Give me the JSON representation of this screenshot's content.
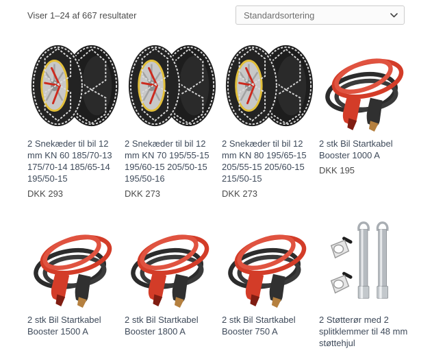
{
  "toolbar": {
    "results_text": "Viser 1–24 af 667 resultater",
    "sort": {
      "selected_option": "Standardsortering"
    }
  },
  "colors": {
    "title_text": "#3e4a5a",
    "price_text": "#4a4a4a",
    "results_text": "#4a4a4a",
    "select_border": "#cccccc",
    "select_background": "#fbfbfb",
    "select_text": "#6e6e6e",
    "cable_red": "#d33c28",
    "cable_black": "#2c2c2c",
    "chain_silver": "#d8d8d8",
    "rim_yellow": "#e2bf3a"
  },
  "products": [
    {
      "title": "2 Snekæder til bil 12 mm KN 60 185/70-13 175/70-14 185/65-14 195/50-15",
      "price": "DKK 293",
      "image": "snow-chains-image"
    },
    {
      "title": "2 Snekæder til bil 12 mm KN 70 195/55-15 195/60-15 205/50-15 195/50-16",
      "price": "DKK 273",
      "image": "snow-chains-image"
    },
    {
      "title": "2 Snekæder til bil 12 mm KN 80 195/65-15 205/55-15 205/60-15 215/50-15",
      "price": "DKK 273",
      "image": "snow-chains-image"
    },
    {
      "title": "2 stk Bil Startkabel Booster 1000 A",
      "price": "DKK 195",
      "image": "jumper-cables-image"
    },
    {
      "title": "2 stk Bil Startkabel Booster 1500 A",
      "image": "jumper-cables-image"
    },
    {
      "title": "2 stk Bil Startkabel Booster 1800 A",
      "image": "jumper-cables-image"
    },
    {
      "title": "2 stk Bil Startkabel Booster 750 A",
      "image": "jumper-cables-image"
    },
    {
      "title": "2 Støtterør med 2 splitklemmer til 48 mm støttehjul",
      "image": "support-tubes-image"
    }
  ]
}
